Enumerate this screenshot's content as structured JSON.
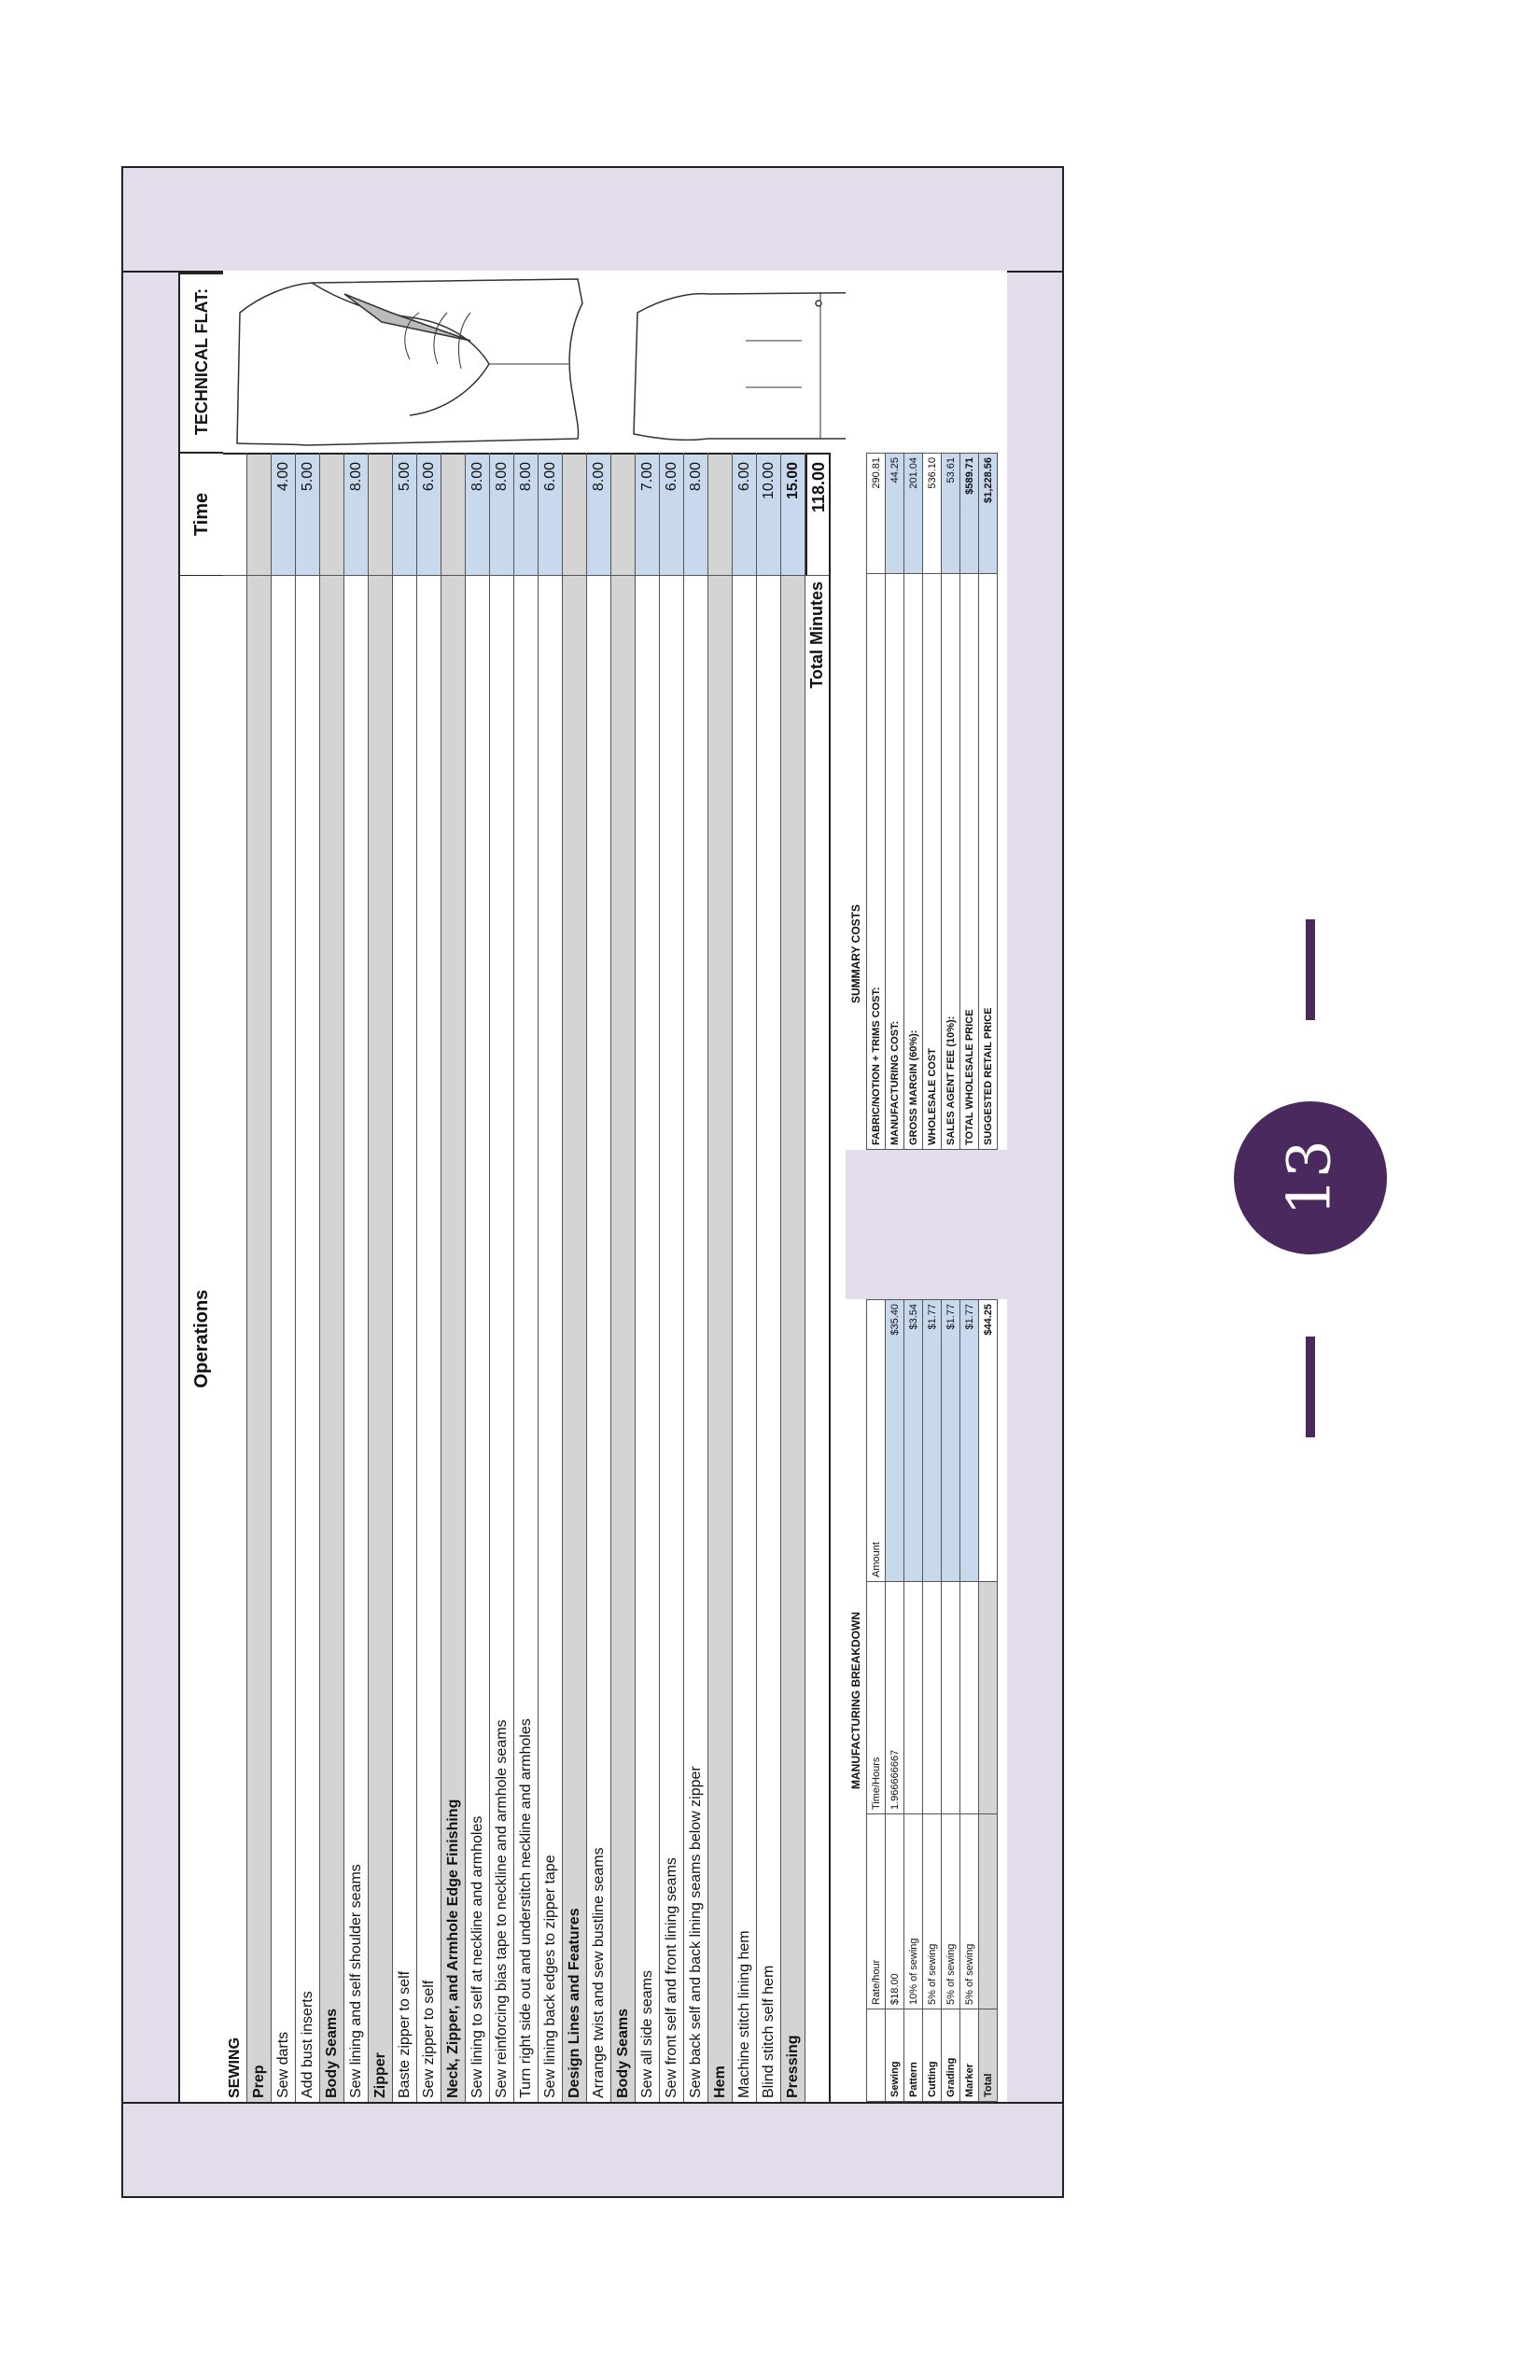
{
  "header": {
    "operations": "Operations",
    "time": "Time",
    "technical_flat": "TECHNICAL FLAT:"
  },
  "operations": [
    {
      "label": "SEWING",
      "time": "",
      "type": "top"
    },
    {
      "label": "Prep",
      "time": "",
      "type": "section"
    },
    {
      "label": "Sew darts",
      "time": "4.00",
      "type": "item"
    },
    {
      "label": "Add bust inserts",
      "time": "5.00",
      "type": "item"
    },
    {
      "label": "Body Seams",
      "time": "",
      "type": "section"
    },
    {
      "label": "Sew lining and self shoulder seams",
      "time": "8.00",
      "type": "item"
    },
    {
      "label": "Zipper",
      "time": "",
      "type": "section"
    },
    {
      "label": "Baste zipper to self",
      "time": "5.00",
      "type": "item"
    },
    {
      "label": "Sew zipper to self",
      "time": "6.00",
      "type": "item"
    },
    {
      "label": "Neck, Zipper, and Armhole Edge Finishing",
      "time": "",
      "type": "section"
    },
    {
      "label": "Sew lining to self at neckline and armholes",
      "time": "8.00",
      "type": "item"
    },
    {
      "label": "Sew reinforcing bias tape to neckline and armhole seams",
      "time": "8.00",
      "type": "item"
    },
    {
      "label": "Turn right side out and understitch neckline and armholes",
      "time": "8.00",
      "type": "item"
    },
    {
      "label": "Sew lining back edges to zipper tape",
      "time": "6.00",
      "type": "item"
    },
    {
      "label": "Design Lines and Features",
      "time": "",
      "type": "section"
    },
    {
      "label": "Arrange twist and sew bustline seams",
      "time": "8.00",
      "type": "item"
    },
    {
      "label": "Body Seams",
      "time": "",
      "type": "section"
    },
    {
      "label": "Sew all side seams",
      "time": "7.00",
      "type": "item"
    },
    {
      "label": "Sew front self and front lining seams",
      "time": "6.00",
      "type": "item"
    },
    {
      "label": "Sew back self and back lining seams below zipper",
      "time": "8.00",
      "type": "item"
    },
    {
      "label": "Hem",
      "time": "",
      "type": "section"
    },
    {
      "label": "Machine stitch lining hem",
      "time": "6.00",
      "type": "item"
    },
    {
      "label": "Blind stitch self hem",
      "time": "10.00",
      "type": "item"
    },
    {
      "label": "Pressing",
      "time": "15.00",
      "type": "section"
    }
  ],
  "total": {
    "label": "Total Minutes",
    "value": "118.00"
  },
  "manufacturing": {
    "title": "MANUFACTURING BREAKDOWN",
    "headers": [
      "",
      "Rate/hour",
      "Time/Hours",
      "Amount"
    ],
    "rows": [
      {
        "name": "Sewing",
        "rate": "$18.00",
        "hours": "1.966666667",
        "amount": "$35.40"
      },
      {
        "name": "Pattern",
        "rate": "10% of sewing",
        "hours": "",
        "amount": "$3.54"
      },
      {
        "name": "Cutting",
        "rate": "5% of sewing",
        "hours": "",
        "amount": "$1.77"
      },
      {
        "name": "Grading",
        "rate": "5% of sewing",
        "hours": "",
        "amount": "$1.77"
      },
      {
        "name": "Marker",
        "rate": "5% of sewing",
        "hours": "",
        "amount": "$1.77"
      },
      {
        "name": "Total",
        "rate": "",
        "hours": "",
        "amount": "$44.25"
      }
    ]
  },
  "summary": {
    "title": "SUMMARY COSTS",
    "rows": [
      {
        "label": "FABRIC/NOTION + TRIMS COST:",
        "value": "290.81"
      },
      {
        "label": "MANUFACTURING COST:",
        "value": "44.25"
      },
      {
        "label": "GROSS MARGIN (60%):",
        "value": "201.04"
      },
      {
        "label": "WHOLESALE COST",
        "value": "536.10"
      },
      {
        "label": "SALES AGENT FEE (10%):",
        "value": "53.61"
      },
      {
        "label": "TOTAL WHOLESALE PRICE",
        "value": "$589.71"
      },
      {
        "label": "SUGGESTED RETAIL PRICE",
        "value": "$1,228.56"
      }
    ]
  },
  "page": {
    "page_number": "13"
  },
  "colors": {
    "accent": "#4a2a5e",
    "sheet_bg": "#e3dcea",
    "value_cell": "#c8d9ee",
    "section": "#d4d4d4"
  }
}
